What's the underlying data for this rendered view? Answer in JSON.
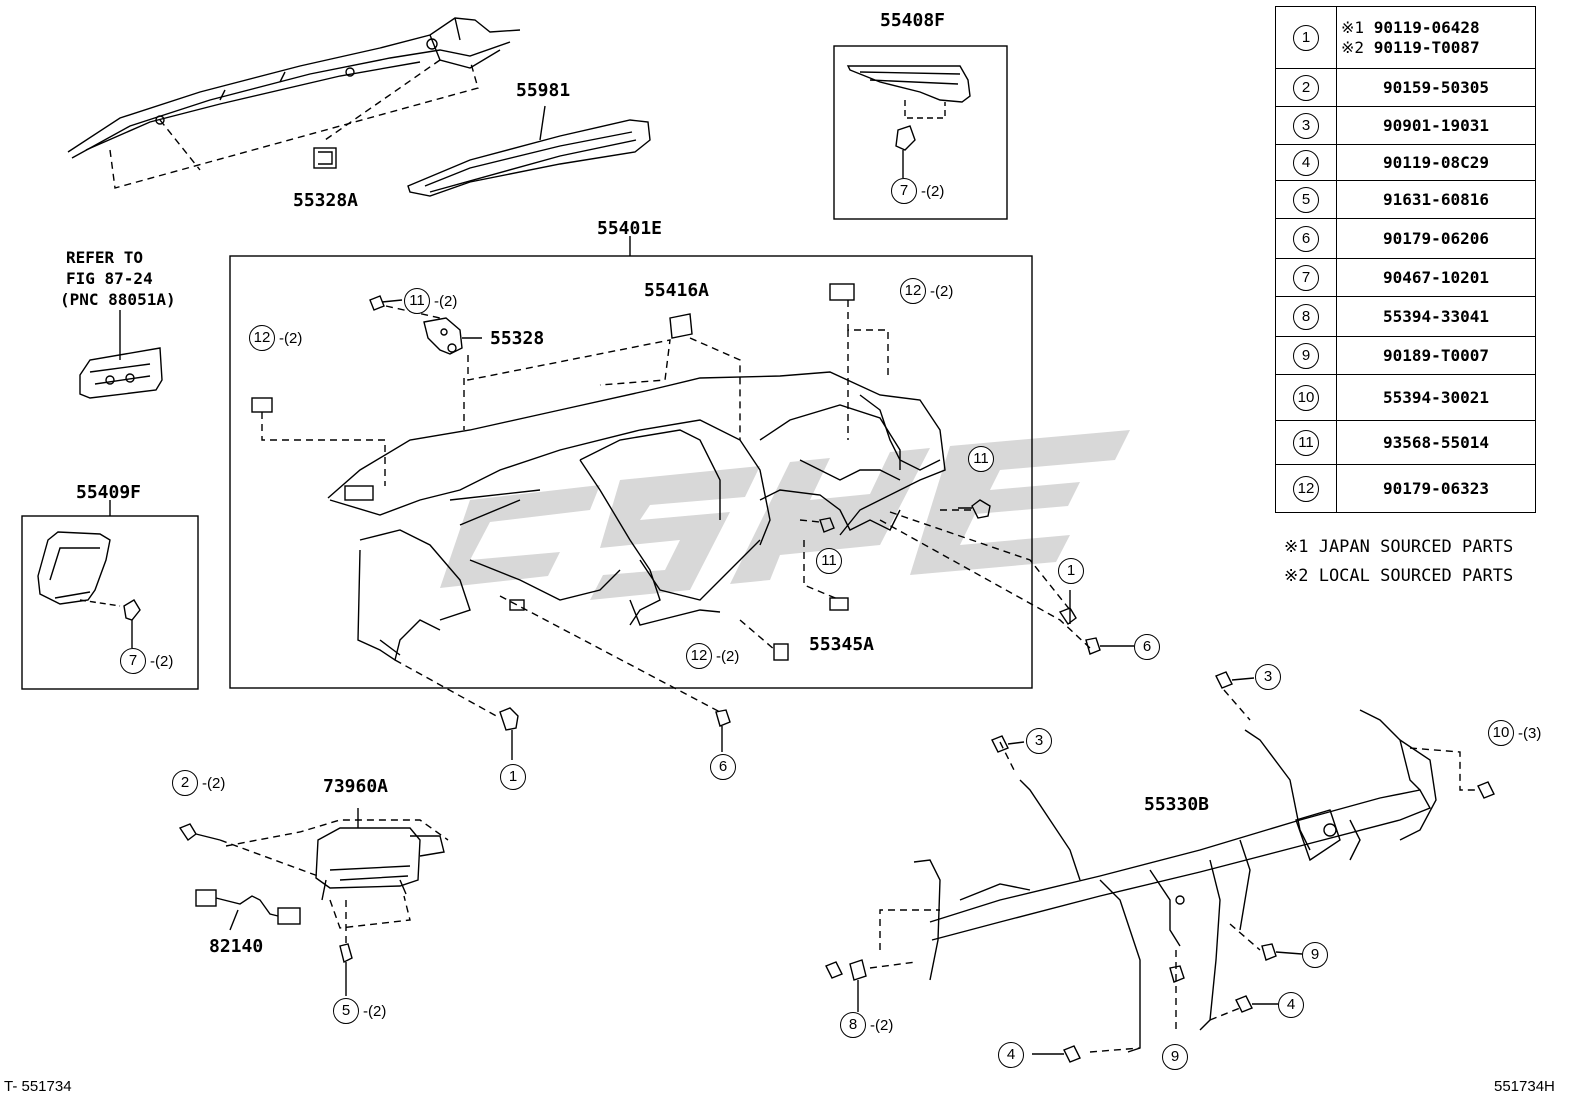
{
  "labels": {
    "p55408F": "55408F",
    "p55981": "55981",
    "p55328A": "55328A",
    "p55401E": "55401E",
    "refer_line1": "REFER TO",
    "refer_line2": "FIG 87-24",
    "refer_line3": "(PNC 88051A)",
    "p55416A": "55416A",
    "p55328": "55328",
    "p55409F": "55409F",
    "p55345A": "55345A",
    "p73960A": "73960A",
    "p82140": "82140",
    "p55330B": "55330B"
  },
  "parts_table": [
    {
      "num": "1",
      "code": "",
      "alt": [
        {
          "mark": "※1",
          "code": "90119-06428"
        },
        {
          "mark": "※2",
          "code": "90119-T0087"
        }
      ]
    },
    {
      "num": "2",
      "code": "90159-50305"
    },
    {
      "num": "3",
      "code": "90901-19031"
    },
    {
      "num": "4",
      "code": "90119-08C29"
    },
    {
      "num": "5",
      "code": "91631-60816"
    },
    {
      "num": "6",
      "code": "90179-06206"
    },
    {
      "num": "7",
      "code": "90467-10201"
    },
    {
      "num": "8",
      "code": "55394-33041"
    },
    {
      "num": "9",
      "code": "90189-T0007"
    },
    {
      "num": "10",
      "code": "55394-30021"
    },
    {
      "num": "11",
      "code": "93568-55014"
    },
    {
      "num": "12",
      "code": "90179-06323"
    }
  ],
  "notes": {
    "note1": "※1 JAPAN SOURCED PARTS",
    "note2": "※2 LOCAL SOURCED PARTS"
  },
  "callouts": {
    "c7a_num": "7",
    "c7a_qty": "-(2)",
    "c11a_num": "11",
    "c11a_qty": "-(2)",
    "c12a_num": "12",
    "c12a_qty": "-(2)",
    "c12b_num": "12",
    "c12b_qty": "-(2)",
    "c11b_num": "11",
    "c11c_num": "11",
    "c1a_num": "1",
    "c6a_num": "6",
    "c12c_num": "12",
    "c12c_qty": "-(2)",
    "c7b_num": "7",
    "c7b_qty": "-(2)",
    "c1b_num": "1",
    "c6b_num": "6",
    "c3a_num": "3",
    "c3b_num": "3",
    "c10_num": "10",
    "c10_qty": "-(3)",
    "c2_num": "2",
    "c2_qty": "-(2)",
    "c5_num": "5",
    "c5_qty": "-(2)",
    "c9a_num": "9",
    "c4a_num": "4",
    "c8_num": "8",
    "c8_qty": "-(2)",
    "c4b_num": "4",
    "c9b_num": "9"
  },
  "footer": {
    "left": "T- 551734",
    "right": "551734H"
  },
  "colors": {
    "line": "#000000",
    "watermark": "#d6d6d6"
  }
}
